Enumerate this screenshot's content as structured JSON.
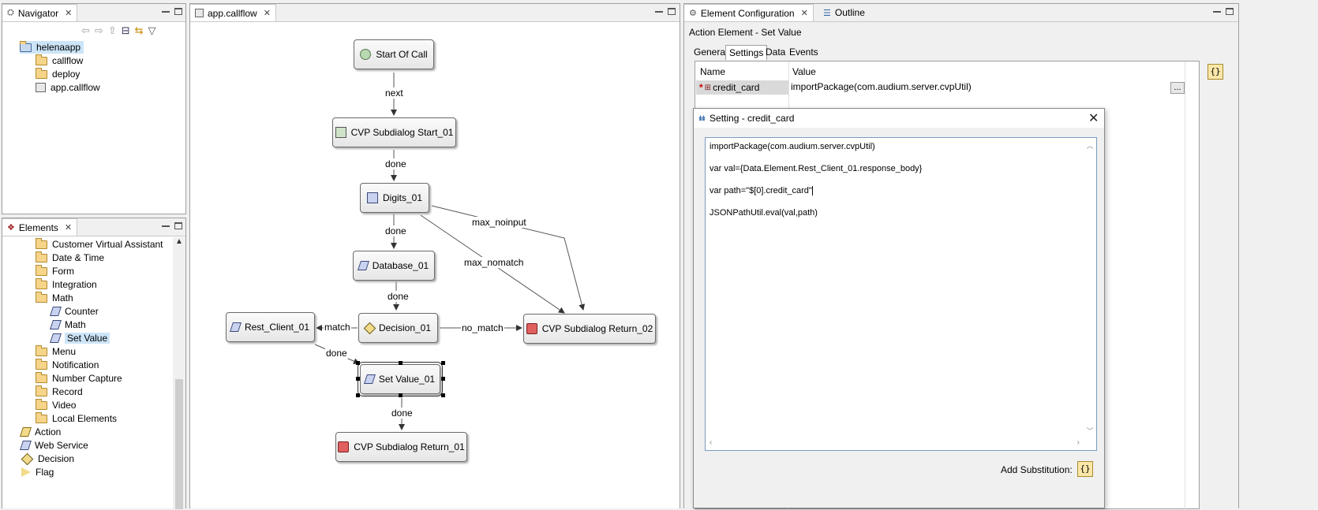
{
  "navigator": {
    "tab_label": "Navigator",
    "tree": [
      {
        "label": "helenaapp",
        "icon": "project-icon",
        "selected": true
      },
      {
        "label": "callflow",
        "icon": "folder-icon"
      },
      {
        "label": "deploy",
        "icon": "folder-icon"
      },
      {
        "label": "app.callflow",
        "icon": "callflow-file-icon"
      }
    ]
  },
  "elements": {
    "tab_label": "Elements",
    "tree": [
      {
        "label": "Customer Virtual Assistant",
        "icon": "folder-icon"
      },
      {
        "label": "Date & Time",
        "icon": "folder-icon"
      },
      {
        "label": "Form",
        "icon": "folder-icon"
      },
      {
        "label": "Integration",
        "icon": "folder-icon"
      },
      {
        "label": "Math",
        "icon": "folder-icon"
      },
      {
        "label": "Counter",
        "icon": "action-icon"
      },
      {
        "label": "Math",
        "icon": "action-icon"
      },
      {
        "label": "Set Value",
        "icon": "action-icon",
        "selected": true
      },
      {
        "label": "Menu",
        "icon": "folder-icon"
      },
      {
        "label": "Notification",
        "icon": "folder-icon"
      },
      {
        "label": "Number Capture",
        "icon": "folder-icon"
      },
      {
        "label": "Record",
        "icon": "folder-icon"
      },
      {
        "label": "Video",
        "icon": "folder-icon"
      },
      {
        "label": "Local Elements",
        "icon": "folder-icon"
      },
      {
        "label": "Action",
        "icon": "action-icon"
      },
      {
        "label": "Web Service",
        "icon": "web-service-icon"
      },
      {
        "label": "Decision",
        "icon": "decision-icon"
      },
      {
        "label": "Flag",
        "icon": "flag-icon"
      }
    ]
  },
  "editor": {
    "tab_label": "app.callflow",
    "nodes": {
      "start": "Start Of Call",
      "subdialog_start": "CVP Subdialog Start_01",
      "digits": "Digits_01",
      "database": "Database_01",
      "decision": "Decision_01",
      "rest_client": "Rest_Client_01",
      "set_value": "Set Value_01",
      "return_01": "CVP Subdialog Return_01",
      "return_02": "CVP Subdialog Return_02"
    },
    "edges": {
      "next": "next",
      "done1": "done",
      "done2": "done",
      "done3": "done",
      "done4": "done",
      "done5": "done",
      "max_noinput": "max_noinput",
      "max_nomatch": "max_nomatch",
      "match": "match",
      "no_match": "no_match"
    }
  },
  "config": {
    "tab_label": "Element Configuration",
    "outline_tab_label": "Outline",
    "header": "Action Element - Set Value",
    "subtabs": [
      "General",
      "Settings",
      "Data",
      "Events"
    ],
    "active_subtab": "Settings",
    "table": {
      "col_name": "Name",
      "col_value": "Value",
      "row_name": "credit_card",
      "row_required_marker": "*",
      "row_value": "importPackage(com.audium.server.cvpUtil)",
      "ellipsis": "..."
    }
  },
  "dialog": {
    "title": "Setting - credit_card",
    "lines": [
      "importPackage(com.audium.server.cvpUtil)",
      "var val={Data.Element.Rest_Client_01.response_body}",
      "var path=\"$[0].credit_card\"",
      "JSONPathUtil.eval(val,path)"
    ],
    "add_substitution": "Add Substitution:"
  }
}
